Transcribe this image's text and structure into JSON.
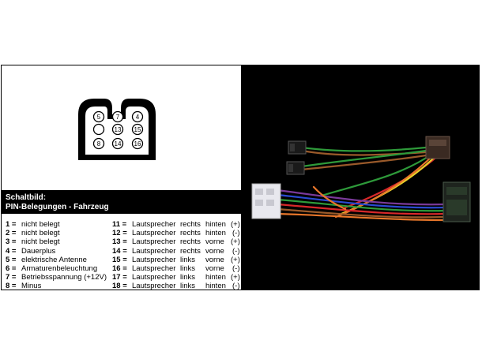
{
  "connector": {
    "pins_top": [
      "5",
      "7",
      "4"
    ],
    "pins_mid": [
      "",
      "13",
      "15"
    ],
    "pins_bot": [
      "8",
      "14",
      "16"
    ]
  },
  "banner": {
    "title": "Schaltbild:",
    "subtitle": "PIN-Belegungen - Fahrzeug"
  },
  "pins_left": [
    {
      "num": "1 =",
      "desc": "nicht belegt"
    },
    {
      "num": "2 =",
      "desc": "nicht belegt"
    },
    {
      "num": "3 =",
      "desc": "nicht belegt"
    },
    {
      "num": "4 =",
      "desc": "Dauerplus"
    },
    {
      "num": "5 =",
      "desc": "elektrische Antenne"
    },
    {
      "num": "6 =",
      "desc": "Armaturenbeleuchtung"
    },
    {
      "num": "7 =",
      "desc": "Betriebsspannung (+12V)"
    },
    {
      "num": "8 =",
      "desc": "Minus"
    }
  ],
  "pins_right": [
    {
      "num": "11 =",
      "desc": "Lautsprecher",
      "side": "rechts",
      "pos": "hinten",
      "pol": "(+)"
    },
    {
      "num": "12 =",
      "desc": "Lautsprecher",
      "side": "rechts",
      "pos": "hinten",
      "pol": "(-)"
    },
    {
      "num": "13 =",
      "desc": "Lautsprecher",
      "side": "rechts",
      "pos": "vorne",
      "pol": "(+)"
    },
    {
      "num": "14 =",
      "desc": "Lautsprecher",
      "side": "rechts",
      "pos": "vorne",
      "pol": "(-)"
    },
    {
      "num": "15 =",
      "desc": "Lautsprecher",
      "side": "links",
      "pos": "vorne",
      "pol": "(+)"
    },
    {
      "num": "16 =",
      "desc": "Lautsprecher",
      "side": "links",
      "pos": "vorne",
      "pol": "(-)"
    },
    {
      "num": "17 =",
      "desc": "Lautsprecher",
      "side": "links",
      "pos": "hinten",
      "pol": "(+)"
    },
    {
      "num": "18 =",
      "desc": "Lautsprecher",
      "side": "links",
      "pos": "hinten",
      "pol": "(-)"
    }
  ],
  "colors": {
    "black": "#000000",
    "wire_green": "#2e9a3a",
    "wire_red": "#d8282a",
    "wire_orange": "#e8762a",
    "wire_brown": "#9a5a2a",
    "wire_purple": "#7a3a9a",
    "wire_blue": "#2a4ad0",
    "wire_yellow": "#e8d02a",
    "wire_white": "#e8e8e8"
  }
}
